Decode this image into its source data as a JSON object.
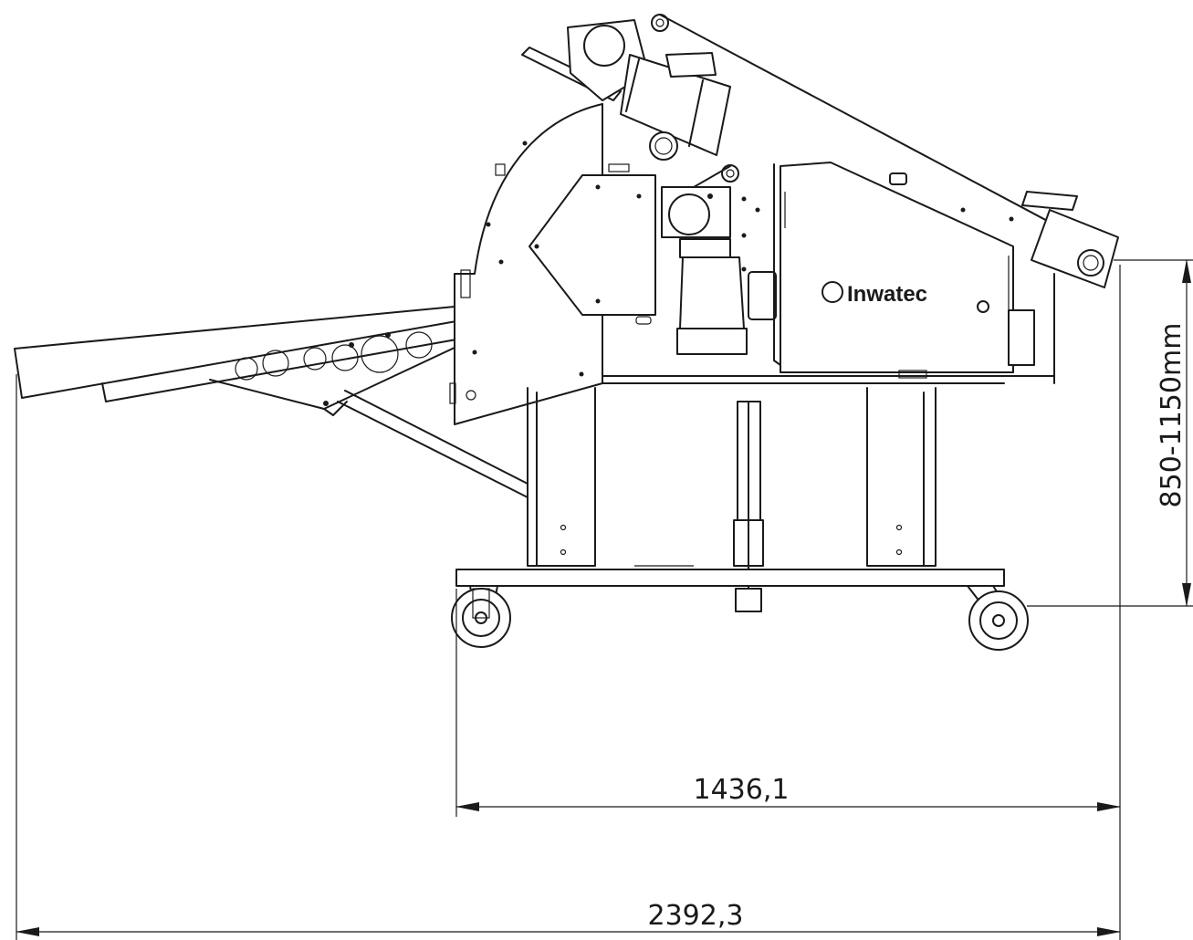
{
  "brand": {
    "name": "Inwatec"
  },
  "dimensions": {
    "inner_width": "1436,1",
    "overall_width": "2392,3",
    "height_range": "850-1150mm"
  }
}
